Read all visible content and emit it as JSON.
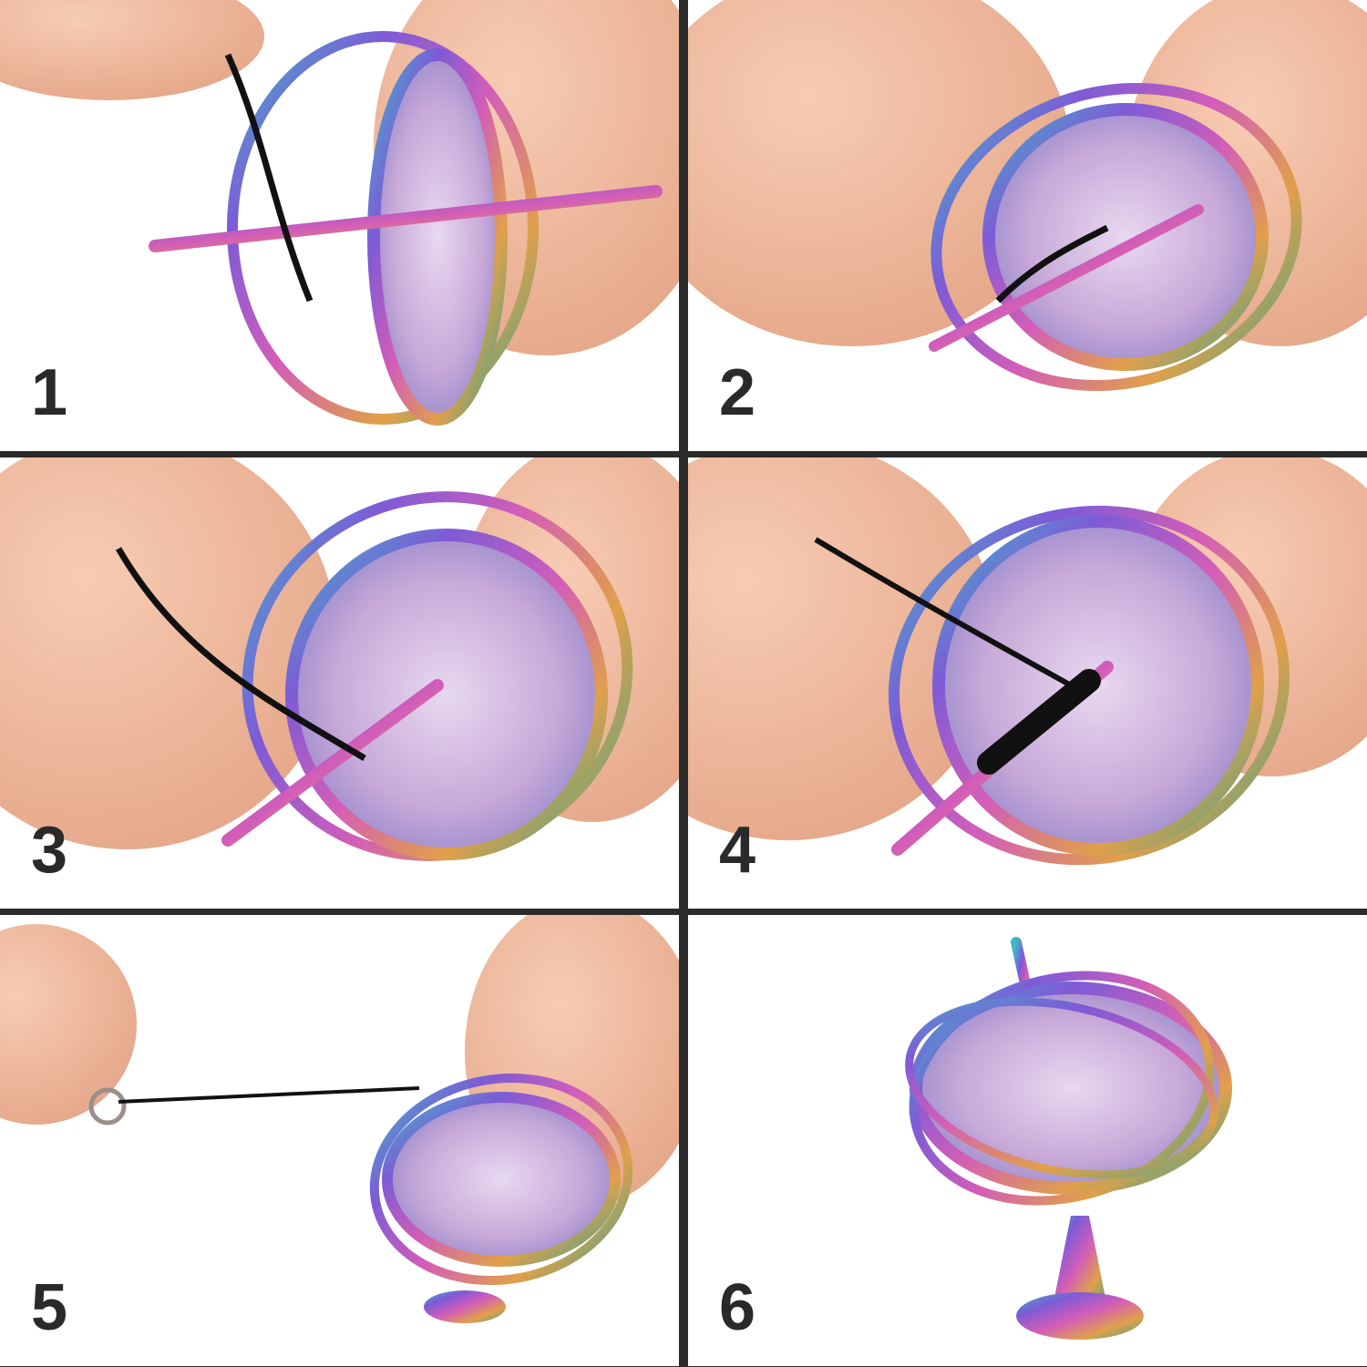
{
  "panels": [
    {
      "step": "1"
    },
    {
      "step": "2"
    },
    {
      "step": "3"
    },
    {
      "step": "4"
    },
    {
      "step": "5"
    },
    {
      "step": "6"
    }
  ],
  "colors": {
    "divider": "#2b2b2b",
    "skin": "#f0b99c",
    "string": "#111111",
    "metal_a": "#6a5acd",
    "metal_b": "#2bb3a3",
    "metal_c": "#e08a3c",
    "metal_d": "#c04fb3"
  }
}
